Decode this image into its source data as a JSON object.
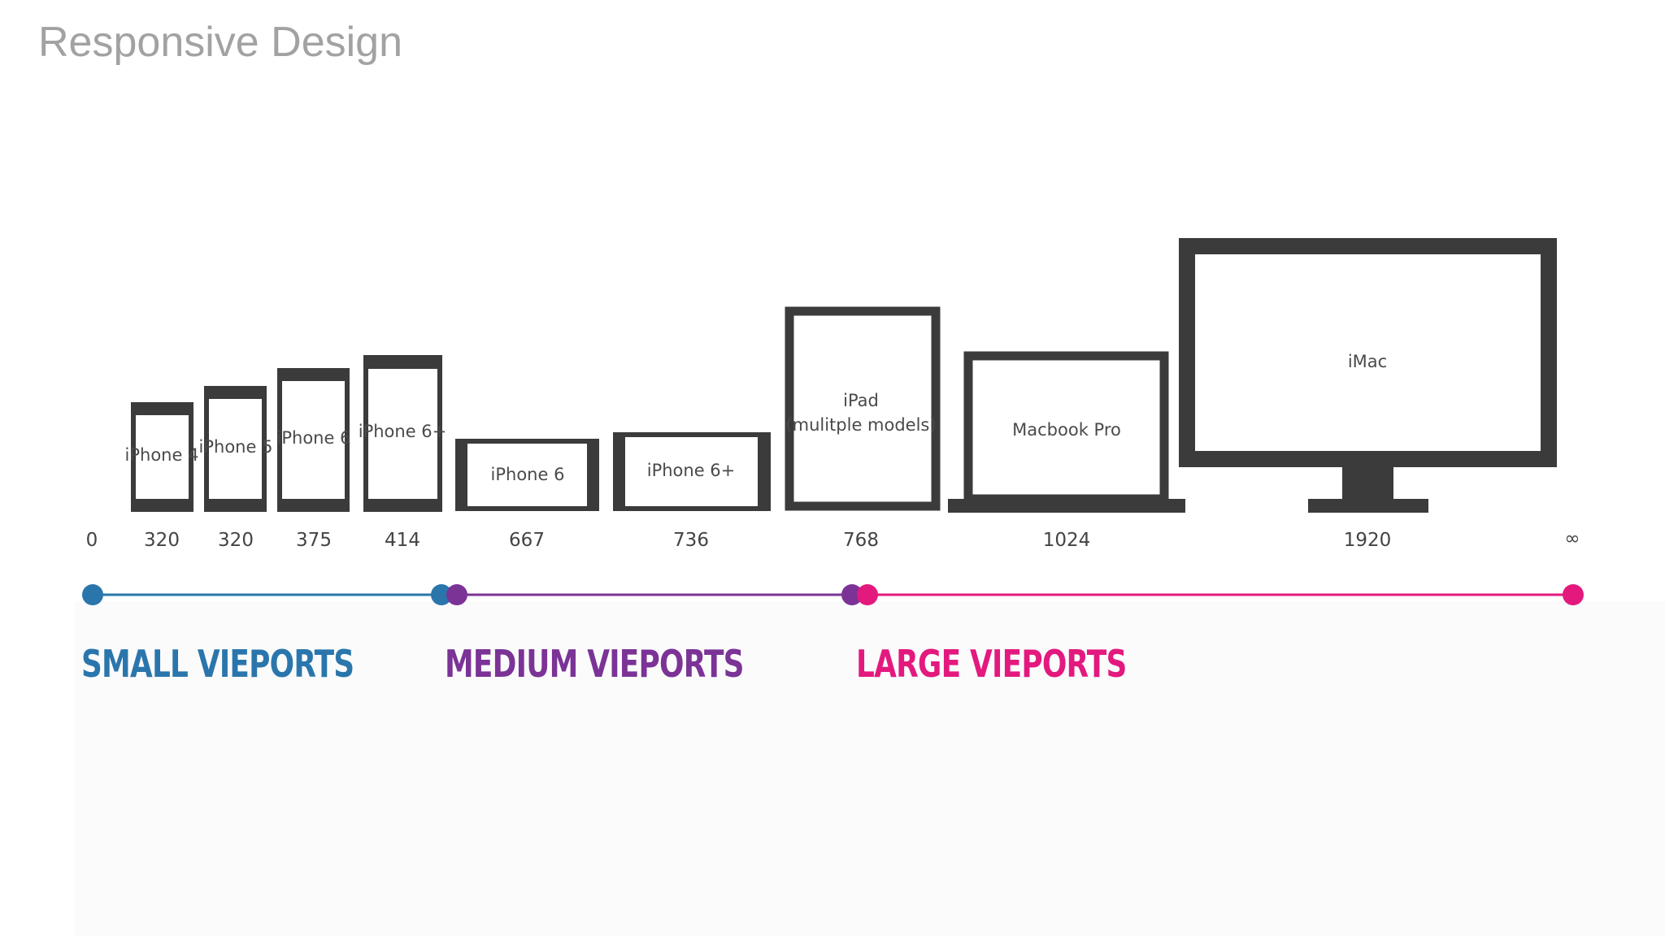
{
  "slide": {
    "title": "Responsive Design"
  },
  "devices": [
    {
      "name": "iPhone 4",
      "width_label": "320"
    },
    {
      "name": "iPhone 5",
      "width_label": "320"
    },
    {
      "name": "iPhone 6",
      "width_label": "375"
    },
    {
      "name": "iPhone 6+",
      "width_label": "414"
    },
    {
      "name": "iPhone 6",
      "width_label": "667"
    },
    {
      "name": "iPhone 6+",
      "width_label": "736"
    },
    {
      "name": "iPad",
      "name_line2": "(mulitple models)",
      "width_label": "768"
    },
    {
      "name": "Macbook Pro",
      "width_label": "1024"
    },
    {
      "name": "iMac",
      "width_label": "1920"
    }
  ],
  "axis": {
    "start_label": "0",
    "end_label": "∞"
  },
  "ranges": [
    {
      "label": "SMALL VIEPORTS",
      "color": "#2a76ac"
    },
    {
      "label": "MEDIUM VIEPORTS",
      "color": "#7b3396"
    },
    {
      "label": "LARGE VIEPORTS",
      "color": "#e3197e"
    }
  ],
  "colors": {
    "device": "#3b3b3b",
    "title": "#a2a2a2"
  }
}
